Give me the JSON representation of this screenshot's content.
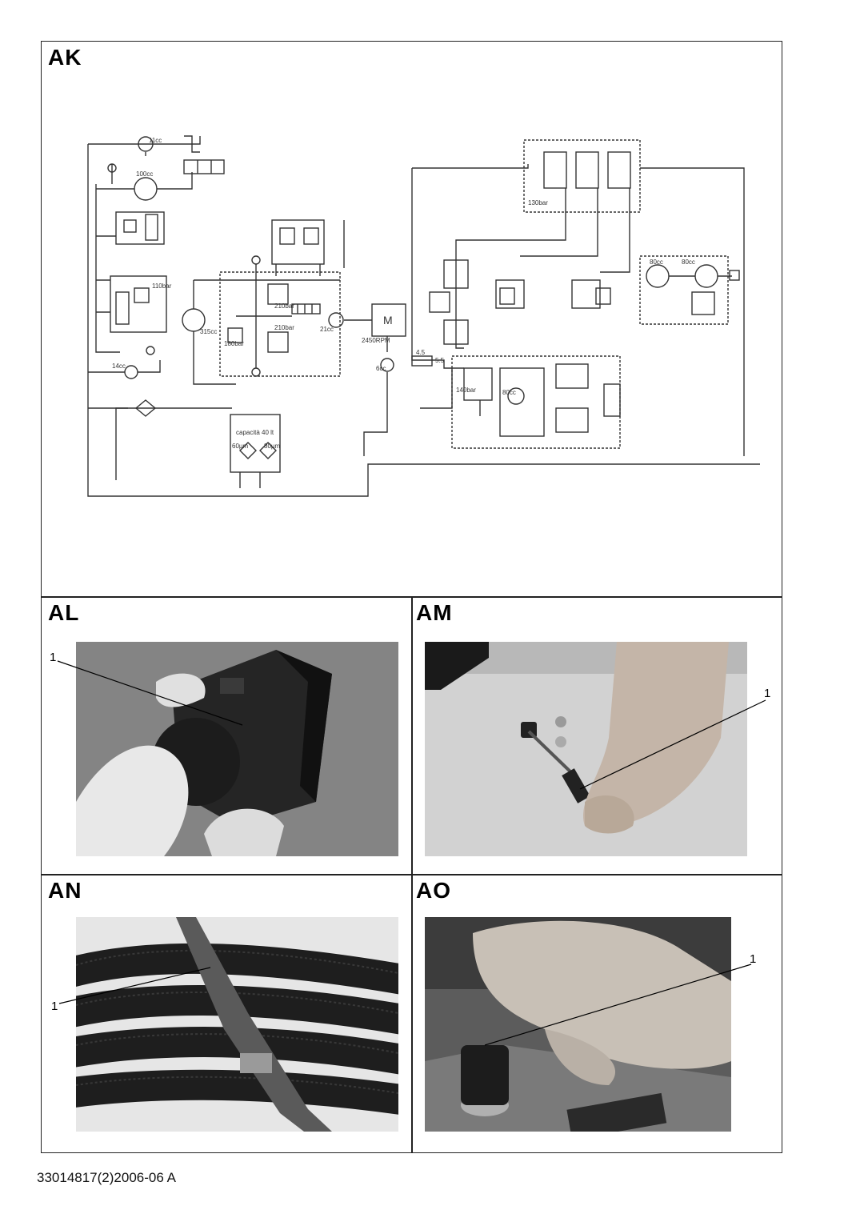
{
  "panels": {
    "ak": {
      "label": "AK"
    },
    "al": {
      "label": "AL",
      "callout": "1"
    },
    "am": {
      "label": "AM",
      "callout": "1"
    },
    "an": {
      "label": "AN",
      "callout": "1"
    },
    "ao": {
      "label": "AO",
      "callout": "1"
    }
  },
  "schematic": {
    "labels": {
      "flow_11cc": "11cc",
      "flow_100cc": "100cc",
      "pressure_110bar": "110bar",
      "flow_315cc": "315cc",
      "pressure_210bar_a": "210bar",
      "pressure_210bar_b": "210bar",
      "flow_21cc": "21cc",
      "pressure_180bar": "180bar",
      "motor": "M",
      "rpm": "2450RPM",
      "flow_14cc": "14cc",
      "flow_6cc": "6cc",
      "pressure_130bar": "130bar",
      "flow_80cc_a": "80cc",
      "flow_80cc_b": "80cc",
      "pressure_140bar": "140bar",
      "flow_80cc_c": "80cc",
      "capacity": "capacità 40 lt",
      "filter_60": "60µm",
      "filter_80": "80µm",
      "flow_45": "4.5",
      "flow_55": "5.5"
    }
  },
  "footer": {
    "code": "33014817(2)2006-06 A"
  }
}
